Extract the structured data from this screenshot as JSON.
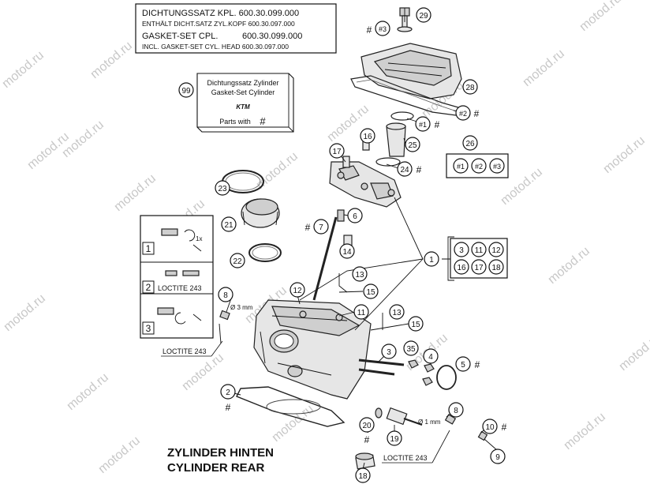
{
  "watermark": "motod.ru",
  "gasket_box": {
    "line1": "DICHTUNGSSATZ KPL.  600.30.099.000",
    "line2": "ENTHÄLT DICHT.SATZ ZYL.KOPF 600.30.097.000",
    "line3": "GASKET-SET CPL.          600.30.099.000",
    "line4": "INCL. GASKET-SET CYL. HEAD 600.30.097.000"
  },
  "kit_box": {
    "number": "99",
    "line1": "Dichtungssatz Zylinder",
    "line2": "Gasket-Set Cylinder",
    "logo": "KTM",
    "line3": "Parts with",
    "hash": "#"
  },
  "title": {
    "line1": "ZYLINDER HINTEN",
    "line2": "CYLINDER REAR"
  },
  "loctite_label": "LOCTITE 243",
  "dimensions": {
    "d3": "Ø 3 mm",
    "d1": "Ø 1 mm"
  },
  "steps": [
    "1",
    "2",
    "3"
  ],
  "step_note": "1x",
  "group_box": {
    "numbers": [
      "3",
      "11",
      "12",
      "16",
      "17",
      "18"
    ]
  },
  "set_box": {
    "number": "26",
    "items": [
      "#1",
      "#2",
      "#3"
    ]
  },
  "callouts": [
    {
      "id": "29",
      "label": "29"
    },
    {
      "id": "h3",
      "label": "#3",
      "hash": "#"
    },
    {
      "id": "28",
      "label": "28"
    },
    {
      "id": "h2",
      "label": "#2",
      "hash": "#"
    },
    {
      "id": "h1",
      "label": "#1",
      "hash": "#"
    },
    {
      "id": "25",
      "label": "25"
    },
    {
      "id": "16",
      "label": "16"
    },
    {
      "id": "17",
      "label": "17"
    },
    {
      "id": "24",
      "label": "24",
      "hash": "#"
    },
    {
      "id": "23",
      "label": "23"
    },
    {
      "id": "21",
      "label": "21"
    },
    {
      "id": "22",
      "label": "22"
    },
    {
      "id": "6",
      "label": "6"
    },
    {
      "id": "7",
      "label": "7",
      "hash": "#"
    },
    {
      "id": "14",
      "label": "14"
    },
    {
      "id": "1",
      "label": "1"
    },
    {
      "id": "13a",
      "label": "13"
    },
    {
      "id": "12",
      "label": "12"
    },
    {
      "id": "15a",
      "label": "15"
    },
    {
      "id": "8a",
      "label": "8"
    },
    {
      "id": "11",
      "label": "11"
    },
    {
      "id": "13b",
      "label": "13"
    },
    {
      "id": "15b",
      "label": "15"
    },
    {
      "id": "3",
      "label": "3"
    },
    {
      "id": "35",
      "label": "35"
    },
    {
      "id": "4",
      "label": "4"
    },
    {
      "id": "5",
      "label": "5",
      "hash": "#"
    },
    {
      "id": "2",
      "label": "2",
      "hash": "#"
    },
    {
      "id": "8b",
      "label": "8"
    },
    {
      "id": "20",
      "label": "20",
      "hash": "#"
    },
    {
      "id": "19",
      "label": "19"
    },
    {
      "id": "10",
      "label": "10",
      "hash": "#"
    },
    {
      "id": "9",
      "label": "9"
    },
    {
      "id": "18",
      "label": "18"
    }
  ]
}
